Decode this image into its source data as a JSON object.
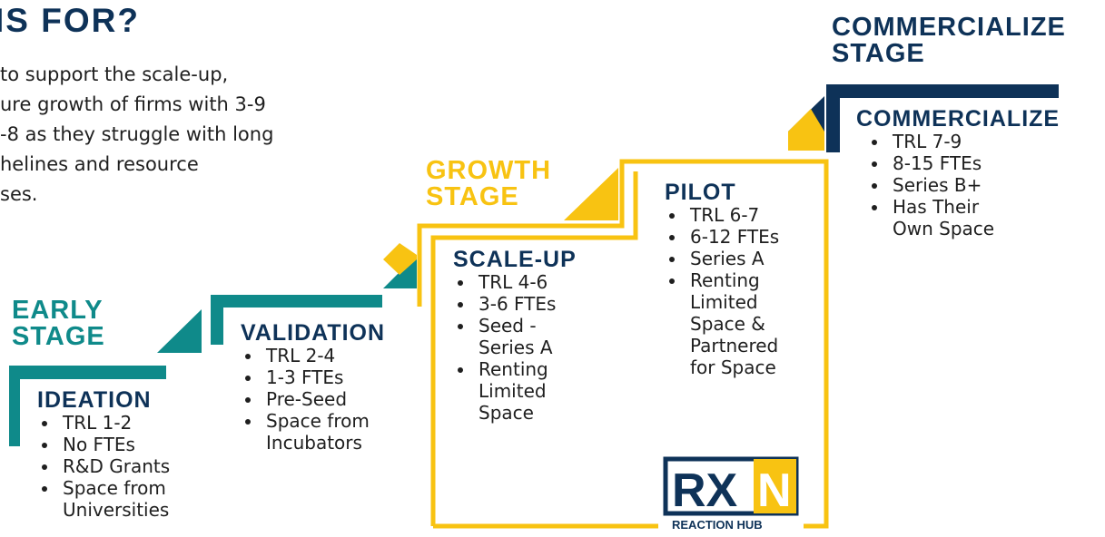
{
  "heading": {
    "title": "IS FOR?",
    "intro_lines": [
      "to support the scale-up,",
      "ure growth of firms with 3-9",
      "-8 as they struggle with long",
      "helines and resource",
      "ses."
    ]
  },
  "colors": {
    "navy": "#0e3258",
    "teal": "#0f8a8a",
    "gold": "#f8c312"
  },
  "stages": [
    {
      "label": "EARLY\nSTAGE",
      "color": "#0f8a8a"
    },
    {
      "label": "GROWTH\nSTAGE",
      "color": "#f8c312"
    },
    {
      "label": "COMMERCIALIZE\nSTAGE",
      "color": "#0e3258"
    }
  ],
  "steps": [
    {
      "title": "IDEATION",
      "items": [
        "TRL 1-2",
        "No FTEs",
        "R&D Grants",
        "Space from Universities"
      ]
    },
    {
      "title": "VALIDATION",
      "items": [
        "TRL 2-4",
        "1-3 FTEs",
        "Pre-Seed",
        "Space from Incubators"
      ]
    },
    {
      "title": "SCALE-UP",
      "items": [
        "TRL 4-6",
        "3-6 FTEs",
        "Seed - Series A",
        "Renting Limited Space"
      ]
    },
    {
      "title": "PILOT",
      "items": [
        "TRL 6-7",
        "6-12 FTEs",
        "Series A",
        "Renting Limited Space & Partnered for Space"
      ]
    },
    {
      "title": "COMMERCIALIZE",
      "items": [
        "TRL 7-9",
        "8-15 FTEs",
        "Series B+",
        "Has Their Own Space"
      ]
    }
  ],
  "logo": {
    "letters": "RXN",
    "caption": "REACTION HUB"
  }
}
